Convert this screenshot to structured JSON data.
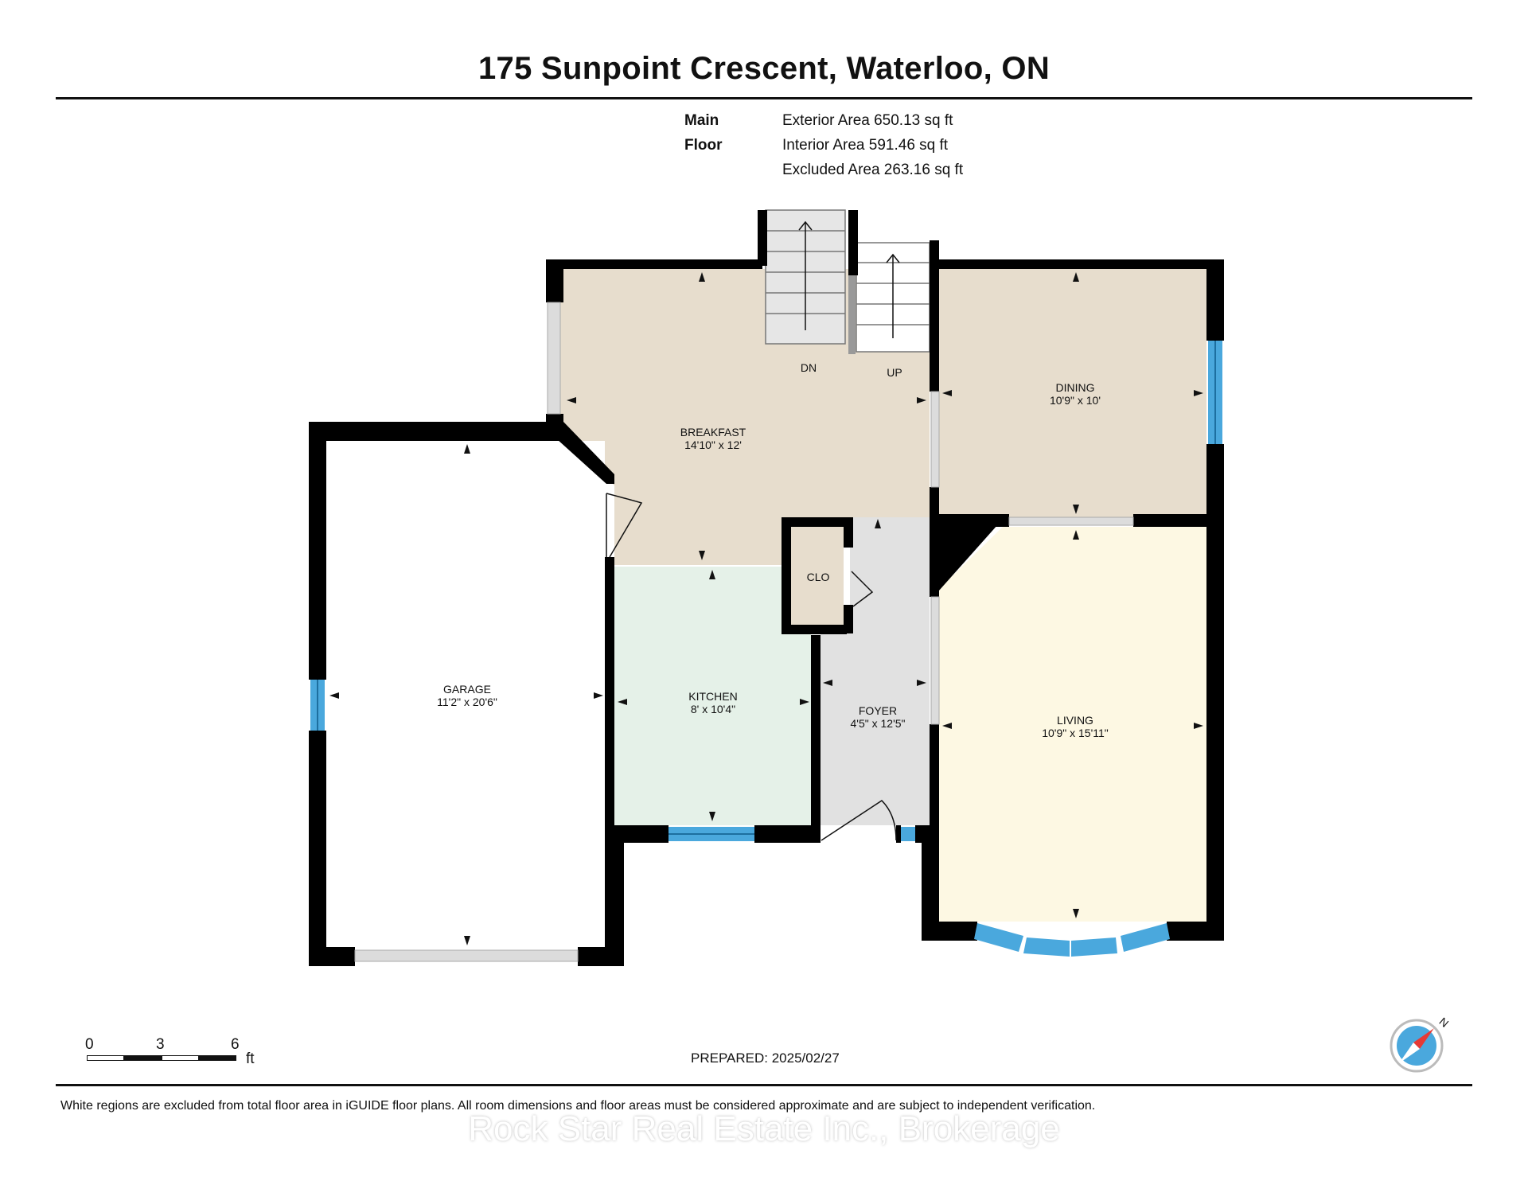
{
  "title": "175 Sunpoint Crescent, Waterloo, ON",
  "floor": {
    "name": "Main Floor",
    "exterior_area": "Exterior Area 650.13 sq ft",
    "interior_area": "Interior Area 591.46 sq ft",
    "excluded_area": "Excluded Area 263.16 sq ft"
  },
  "rooms": {
    "breakfast": {
      "name": "BREAKFAST",
      "dims": "14'10\" x 12'"
    },
    "dining": {
      "name": "DINING",
      "dims": "10'9\" x 10'"
    },
    "garage": {
      "name": "GARAGE",
      "dims": "11'2\" x 20'6\""
    },
    "kitchen": {
      "name": "KITCHEN",
      "dims": "8' x 10'4\""
    },
    "foyer": {
      "name": "FOYER",
      "dims": "4'5\" x 12'5\""
    },
    "living": {
      "name": "LIVING",
      "dims": "10'9\" x 15'11\""
    },
    "closet": {
      "name": "CLO"
    }
  },
  "stairs": {
    "down": "DN",
    "up": "UP"
  },
  "scale": {
    "ticks": [
      "0",
      "3",
      "6"
    ],
    "unit": "ft"
  },
  "prepared": "PREPARED: 2025/02/27",
  "disclaimer": "White regions are excluded from total floor area in iGUIDE floor plans. All room dimensions and floor areas must be considered approximate and are subject to independent verification.",
  "watermark": "Rock Star Real Estate Inc., Brokerage",
  "compass": {
    "label": "N"
  },
  "colors": {
    "wall": "#000000",
    "window": "#4aa8dd",
    "breakfast": "#e7ddcd",
    "dining": "#e7ddcd",
    "kitchen": "#e5f1e8",
    "foyer": "#e1e1e1",
    "living": "#fdf8e3",
    "closet": "#e7ddcd",
    "stairs": "#e6e6e6"
  }
}
